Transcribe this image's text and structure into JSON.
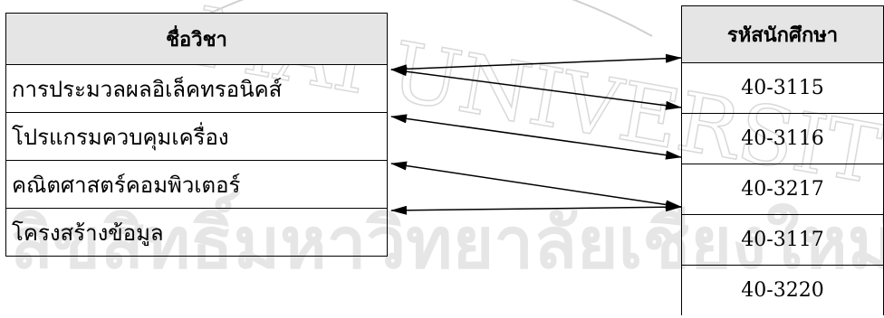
{
  "watermark": {
    "top_text": "MAI UNIVERSITY",
    "bottom_text": "ลิขสิทธิ์มหาวิทยาลัยเชียงใหม่"
  },
  "left_table": {
    "header": "ชื่อวิชา",
    "rows": [
      "การประมวลผลอิเล็คทรอนิคส์",
      "โปรแกรมควบคุมเครื่อง",
      "คณิตศาสตร์คอมพิวเตอร์",
      "โครงสร้างข้อมูล"
    ]
  },
  "right_table": {
    "header": "รหัสนักศึกษา",
    "rows": [
      "40-3115",
      "40-3116",
      "40-3217",
      "40-3117",
      "40-3220"
    ]
  },
  "links": [
    {
      "from": 0,
      "to": 0
    },
    {
      "from": 0,
      "to": 1
    },
    {
      "from": 1,
      "to": 2
    },
    {
      "from": 2,
      "to": 3
    },
    {
      "from": 3,
      "to": 3
    }
  ]
}
